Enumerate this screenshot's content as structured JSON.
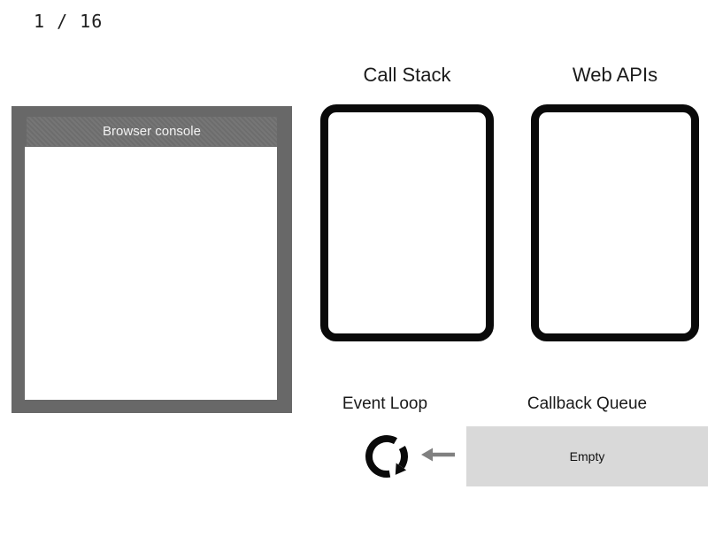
{
  "slide": {
    "counter": "1 / 16"
  },
  "browser_console": {
    "title": "Browser console",
    "output": ""
  },
  "call_stack": {
    "label": "Call Stack"
  },
  "web_apis": {
    "label": "Web APIs"
  },
  "event_loop": {
    "label": "Event Loop",
    "icon": "clockwise-loop-arrow-icon"
  },
  "callback_queue": {
    "label": "Callback Queue",
    "status": "Empty",
    "arrow_icon": "left-arrow-icon"
  },
  "colors": {
    "console_frame": "#686868",
    "console_titlebar": "#6f6f6f",
    "console_title_text": "#f2f2f2",
    "box_border": "#0a0a0a",
    "queue_box_bg": "#d9d9d9",
    "arrow_gray": "#808080",
    "label_text": "#1a1a1a"
  }
}
